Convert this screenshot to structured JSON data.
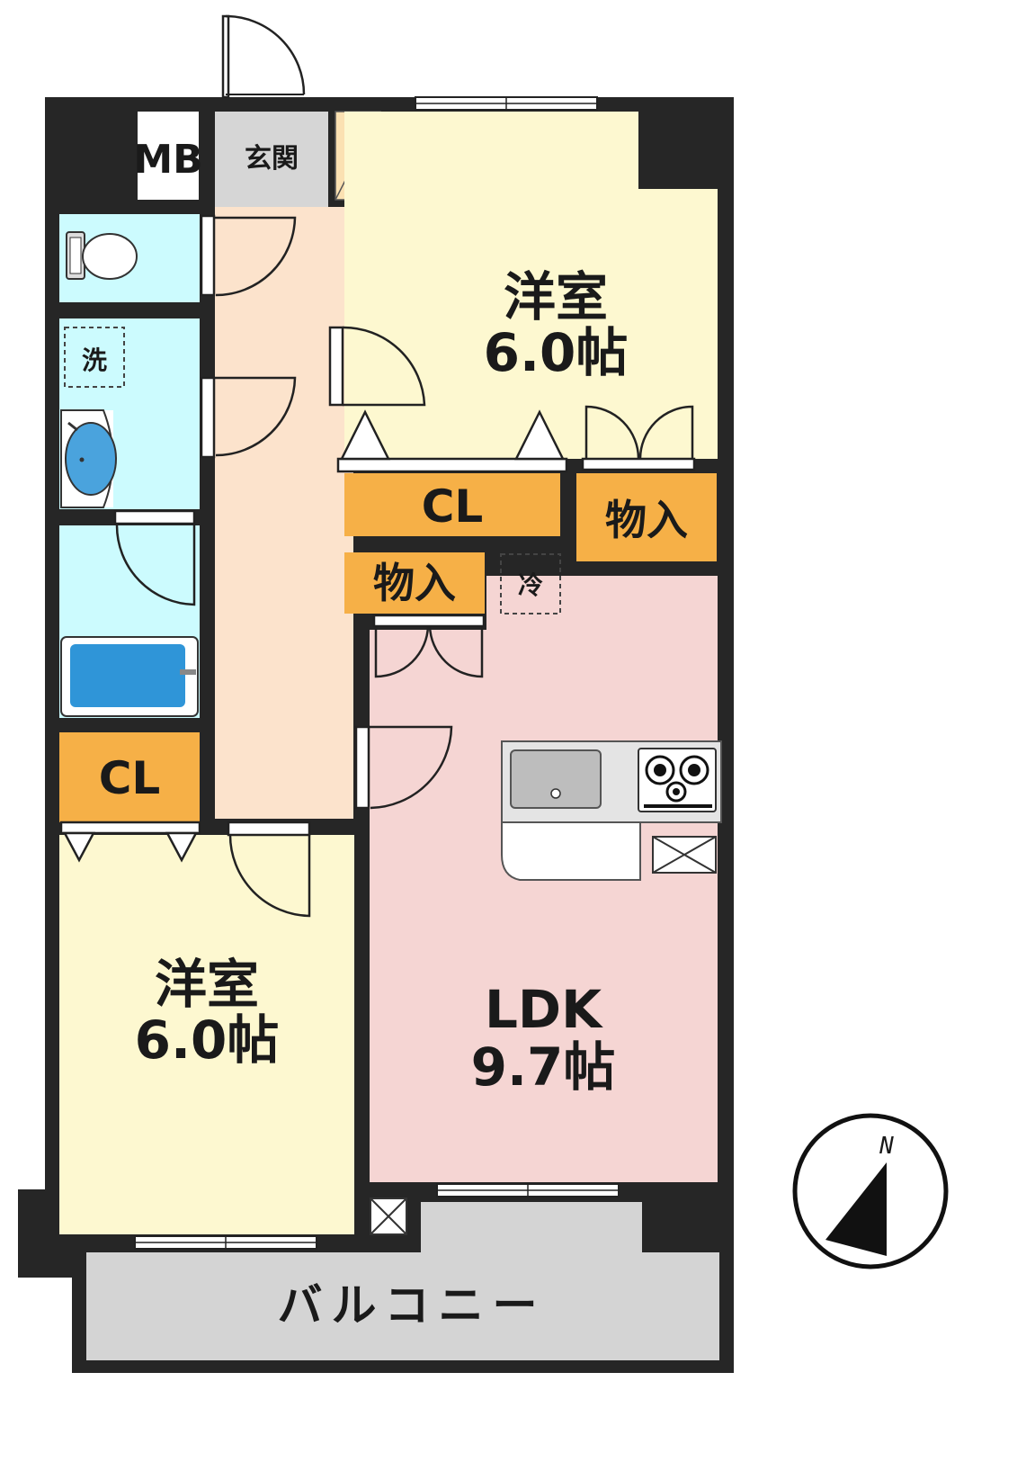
{
  "colors": {
    "wall": "#262626",
    "western_room": "#fdf8d0",
    "ldk": "#f5d5d3",
    "corridor": "#fce3cc",
    "wet_area": "#ccfbfe",
    "storage": "#f6b047",
    "entrance": "#d6d6d6",
    "balcony": "#d4d4d4",
    "kitchen_counter": "#e4e4e4"
  },
  "rooms": {
    "mb": "MB",
    "genkan": "玄関",
    "western1": {
      "name": "洋室",
      "size": "6.0帖"
    },
    "western2": {
      "name": "洋室",
      "size": "6.0帖"
    },
    "ldk": {
      "name": "LDK",
      "size": "9.7帖"
    },
    "closet_top": "CL",
    "closet_left": "CL",
    "storage_right": "物入",
    "storage_mid": "物入",
    "fridge": "冷",
    "washer": "洗",
    "balcony": "バルコニー"
  },
  "compass": {
    "letter": "N",
    "icon": "compass-north-icon"
  }
}
